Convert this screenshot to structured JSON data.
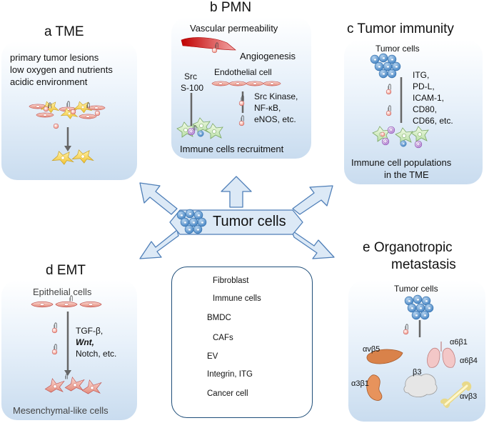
{
  "panels": {
    "tme": {
      "title": "a TME",
      "lines": [
        "primary tumor lesions",
        "low oxygen and nutrients",
        "acidic environment"
      ]
    },
    "pmn": {
      "title": "b  PMN",
      "vascular": "Vascular permeability",
      "angiogenesis": "Angiogenesis",
      "endothelial": "Endothelial cell",
      "src": "Src",
      "s100": "S-100",
      "factors": [
        "Src Kinase,",
        "NF-κB,",
        "eNOS, etc."
      ],
      "recruitment": "Immune cells recruitment"
    },
    "immunity": {
      "title": "c  Tumor immunity",
      "tumor_cells": "Tumor cells",
      "markers": [
        "ITG,",
        "PD-L,",
        "ICAM-1,",
        "CD80,",
        "CD66, etc."
      ],
      "populations_line1": "Immune cell populations",
      "populations_line2": "in the TME"
    },
    "emt": {
      "title": "d  EMT",
      "epithelial": "Epithelial cells",
      "factors": [
        "TGF-β,",
        "Wnt,",
        "Notch, etc."
      ],
      "mesenchymal": "Mesenchymal-like cells"
    },
    "organotropic": {
      "title_line1": "e  Organotropic",
      "title_line2": "metastasis",
      "tumor_cells": "Tumor cells",
      "integrins": {
        "avb5": "αvβ5",
        "a6b1": "α6β1",
        "a6b4": "α6β4",
        "a3b1": "α3β1",
        "b3": "β3",
        "avb3": "αvβ3"
      }
    }
  },
  "center": {
    "label": "Tumor cells"
  },
  "legend": {
    "items": [
      {
        "label": "Fibroblast",
        "icon": "fibroblast-icon"
      },
      {
        "label": "Immune cells",
        "icon": "immune-cell-icon"
      },
      {
        "label": "BMDC",
        "icon": "bmdc-icon"
      },
      {
        "label": "CAFs",
        "icon": "caf-icon"
      },
      {
        "label": "EV",
        "icon": "ev-icon"
      },
      {
        "label": "Integrin, ITG",
        "icon": "integrin-icon"
      },
      {
        "label": "Cancer cell",
        "icon": "cancer-cell-icon"
      }
    ]
  },
  "colors": {
    "arrow_fill": "#dce9f6",
    "arrow_stroke": "#4f7fb8",
    "cancer_cell": "#5b9bd5",
    "panel_bottom": "#c9dcef"
  }
}
